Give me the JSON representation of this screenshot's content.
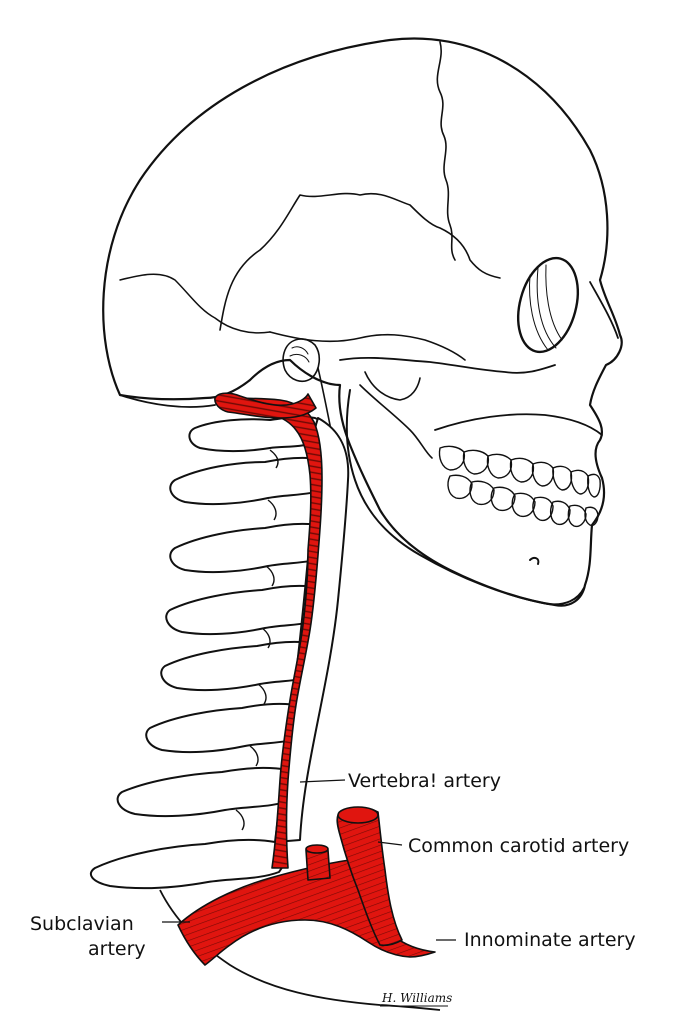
{
  "labels": {
    "vertebral": "Vertebra! artery",
    "common_carotid": "Common carotid artery",
    "innominate": "Innominate artery",
    "subclavian_line1": "Subclavian",
    "subclavian_line2": "artery"
  },
  "signature": "H. Williams",
  "colors": {
    "artery": "#e0150f",
    "outline": "#111111",
    "background": "#ffffff"
  }
}
